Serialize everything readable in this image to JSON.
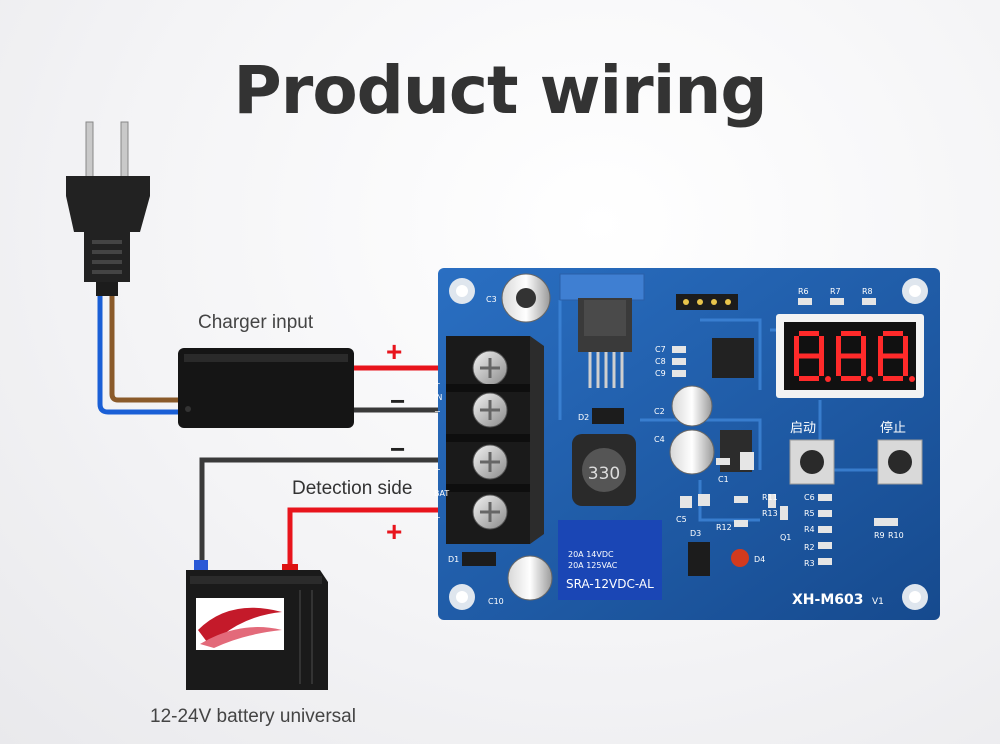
{
  "title": "Product wiring",
  "labels": {
    "charger_input": "Charger input",
    "detection_side": "Detection side",
    "battery": "12-24V battery universal"
  },
  "signs": {
    "plus": "+",
    "minus": "−"
  },
  "board": {
    "model": "XH-M603",
    "version": "V1",
    "inductor_code": "330",
    "relay_line1": "20A 14VDC",
    "relay_line2": "20A 125VAC",
    "relay_model": "SRA-12VDC-AL",
    "button_start": "启动",
    "button_stop": "停止",
    "display": "8.8.8.",
    "components": {
      "c3": "C3",
      "c7": "C7",
      "c8": "C8",
      "c9": "C9",
      "c2": "C2",
      "c4": "C4",
      "c1": "C1",
      "c5": "C5",
      "c6": "C6",
      "c10": "C10",
      "d1": "D1",
      "d2": "D2",
      "d3": "D3",
      "d4": "D4",
      "r6": "R6",
      "r7": "R7",
      "r8": "R8",
      "r11": "R11",
      "r12": "R12",
      "r13": "R13",
      "r5": "R5",
      "r4": "R4",
      "r2": "R2",
      "r3": "R3",
      "r9": "R9",
      "r10": "R10",
      "q1": "Q1",
      "in_plus": "+",
      "in_label": "IN",
      "in_minus": "−",
      "bat_minus": "−",
      "bat_label": "BAT",
      "bat_plus": "+"
    }
  },
  "colors": {
    "wire_red": "#e8141c",
    "wire_black": "#3a3a3a",
    "wire_blue": "#1a5fd6",
    "wire_brown": "#8a5a2a",
    "board_blue": "#1a5aa8"
  }
}
